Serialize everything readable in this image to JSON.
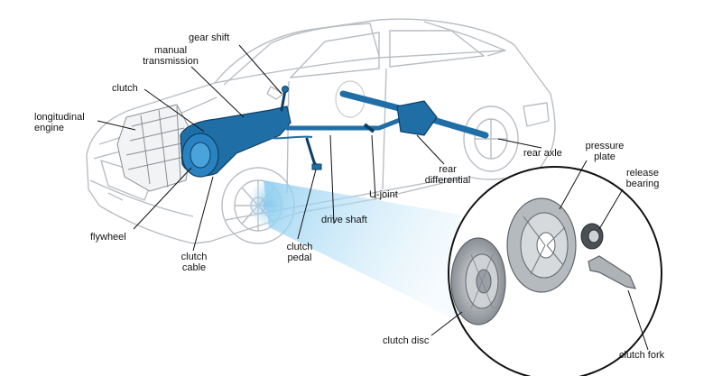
{
  "labels": {
    "gear_shift": "gear shift",
    "manual_transmission": "manual\ntransmission",
    "clutch": "clutch",
    "longitudinal_engine": "longitudinal\nengine",
    "flywheel": "flywheel",
    "clutch_cable": "clutch\ncable",
    "clutch_pedal": "clutch\npedal",
    "drive_shaft": "drive shaft",
    "u_joint": "U-joint",
    "rear_differential": "rear\ndifferential",
    "rear_axle": "rear axle",
    "pressure_plate": "pressure\nplate",
    "release_bearing": "release\nbearing",
    "clutch_disc": "clutch disc",
    "clutch_fork": "clutch fork"
  },
  "colors": {
    "drivetrain_blue": "#1f6fa6",
    "drivetrain_dark": "#0d3f66",
    "outline_gray": "#b9bec4",
    "part_gray": "#8a8f95",
    "spotlight": "#9fd3f2"
  }
}
